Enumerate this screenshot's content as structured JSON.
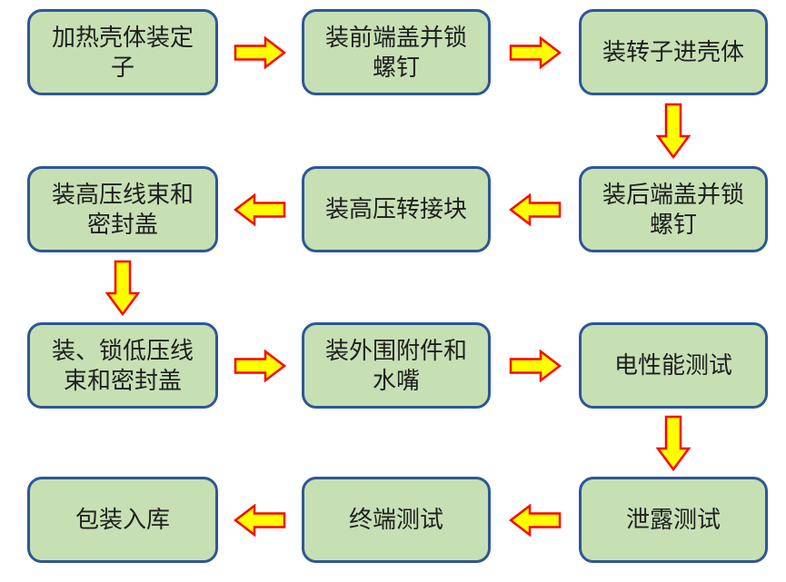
{
  "diagram": {
    "type": "flowchart",
    "description": "assembly-process-flow",
    "colors": {
      "box_fill": "#c6e0b4",
      "box_border": "#2e5697",
      "arrow_fill": "#ffff00",
      "arrow_stroke": "#ff0000",
      "text": "#1f1f1f",
      "background": "#ffffff"
    },
    "steps": [
      {
        "id": 1,
        "label": "加热壳体装定子"
      },
      {
        "id": 2,
        "label": "装前端盖并锁螺钉"
      },
      {
        "id": 3,
        "label": "装转子进壳体"
      },
      {
        "id": 4,
        "label": "装后端盖并锁螺钉"
      },
      {
        "id": 5,
        "label": "装高压转接块"
      },
      {
        "id": 6,
        "label": "装高压线束和密封盖"
      },
      {
        "id": 7,
        "label": "装、锁低压线束和密封盖"
      },
      {
        "id": 8,
        "label": "装外围附件和水嘴"
      },
      {
        "id": 9,
        "label": "电性能测试"
      },
      {
        "id": 10,
        "label": "泄露测试"
      },
      {
        "id": 11,
        "label": "终端测试"
      },
      {
        "id": 12,
        "label": "包装入库"
      }
    ],
    "connections": [
      {
        "from": 1,
        "to": 2,
        "direction": "right"
      },
      {
        "from": 2,
        "to": 3,
        "direction": "right"
      },
      {
        "from": 3,
        "to": 4,
        "direction": "down"
      },
      {
        "from": 4,
        "to": 5,
        "direction": "left"
      },
      {
        "from": 5,
        "to": 6,
        "direction": "left"
      },
      {
        "from": 6,
        "to": 7,
        "direction": "down"
      },
      {
        "from": 7,
        "to": 8,
        "direction": "right"
      },
      {
        "from": 8,
        "to": 9,
        "direction": "right"
      },
      {
        "from": 9,
        "to": 10,
        "direction": "down"
      },
      {
        "from": 10,
        "to": 11,
        "direction": "left"
      },
      {
        "from": 11,
        "to": 12,
        "direction": "left"
      }
    ]
  }
}
